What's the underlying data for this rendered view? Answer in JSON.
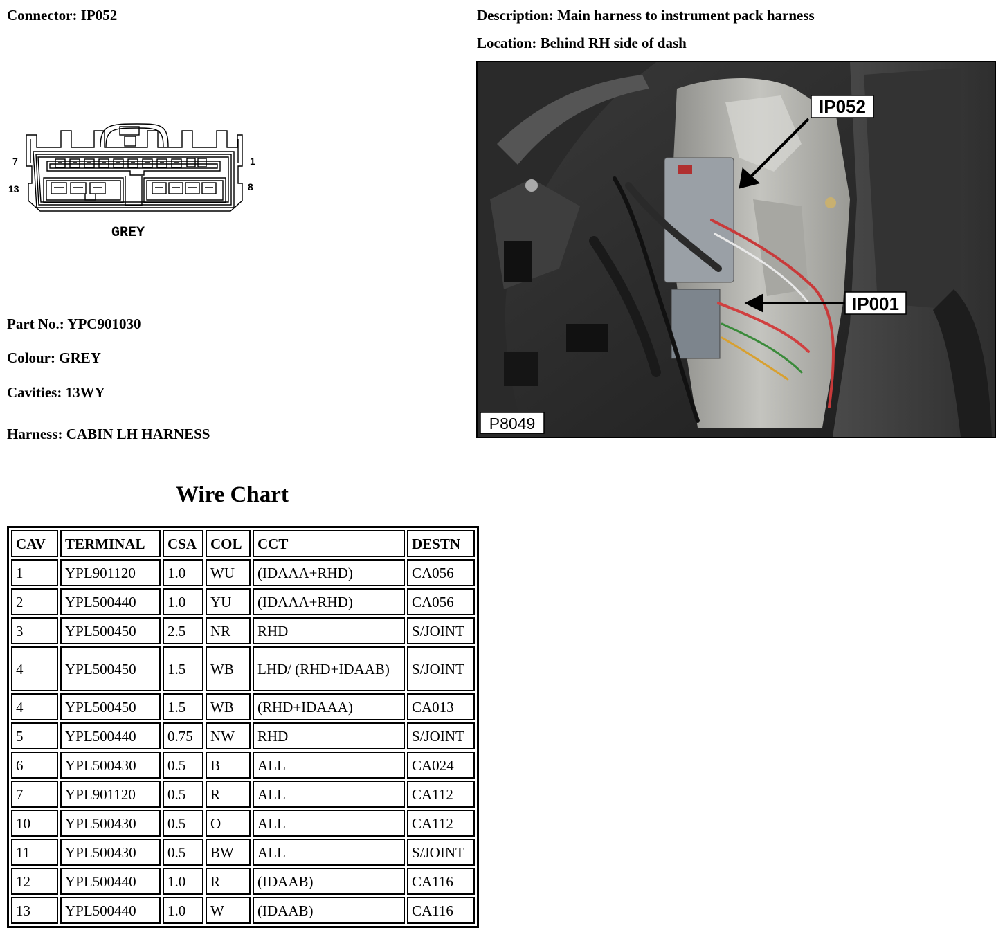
{
  "connector": {
    "label": "Connector:",
    "value": "IP052"
  },
  "description": {
    "label": "Description:",
    "value": "Main harness to instrument pack harness"
  },
  "location": {
    "label": "Location:",
    "value": "Behind RH side of dash"
  },
  "diagram": {
    "pin_top_left": "7",
    "pin_top_right": "1",
    "pin_bottom_left": "13",
    "pin_bottom_right": "8",
    "colour_label": "GREY"
  },
  "details": {
    "part_no": {
      "label": "Part No.:",
      "value": "YPC901030"
    },
    "colour": {
      "label": "Colour:",
      "value": "GREY"
    },
    "cavities": {
      "label": "Cavities:",
      "value": "13WY"
    },
    "harness": {
      "label": "Harness:",
      "value": "CABIN LH HARNESS"
    }
  },
  "photo": {
    "callout_1": "IP052",
    "callout_2": "IP001",
    "ref": "P8049"
  },
  "wire_chart": {
    "title": "Wire Chart",
    "headers": [
      "CAV",
      "TERMINAL",
      "CSA",
      "COL",
      "CCT",
      "DESTN"
    ],
    "rows": [
      [
        "1",
        "YPL901120",
        "1.0",
        "WU",
        "(IDAAA+RHD)",
        "CA056"
      ],
      [
        "2",
        "YPL500440",
        "1.0",
        "YU",
        "(IDAAA+RHD)",
        "CA056"
      ],
      [
        "3",
        "YPL500450",
        "2.5",
        "NR",
        "RHD",
        "S/JOINT"
      ],
      [
        "4",
        "YPL500450",
        "1.5",
        "WB",
        "LHD/ (RHD+IDAAB)",
        "S/JOINT"
      ],
      [
        "4",
        "YPL500450",
        "1.5",
        "WB",
        "(RHD+IDAAA)",
        "CA013"
      ],
      [
        "5",
        "YPL500440",
        "0.75",
        "NW",
        "RHD",
        "S/JOINT"
      ],
      [
        "6",
        "YPL500430",
        "0.5",
        "B",
        "ALL",
        "CA024"
      ],
      [
        "7",
        "YPL901120",
        "0.5",
        "R",
        "ALL",
        "CA112"
      ],
      [
        "10",
        "YPL500430",
        "0.5",
        "O",
        "ALL",
        "CA112"
      ],
      [
        "11",
        "YPL500430",
        "0.5",
        "BW",
        "ALL",
        "S/JOINT"
      ],
      [
        "12",
        "YPL500440",
        "1.0",
        "R",
        "(IDAAB)",
        "CA116"
      ],
      [
        "13",
        "YPL500440",
        "1.0",
        "W",
        "(IDAAB)",
        "CA116"
      ]
    ]
  }
}
